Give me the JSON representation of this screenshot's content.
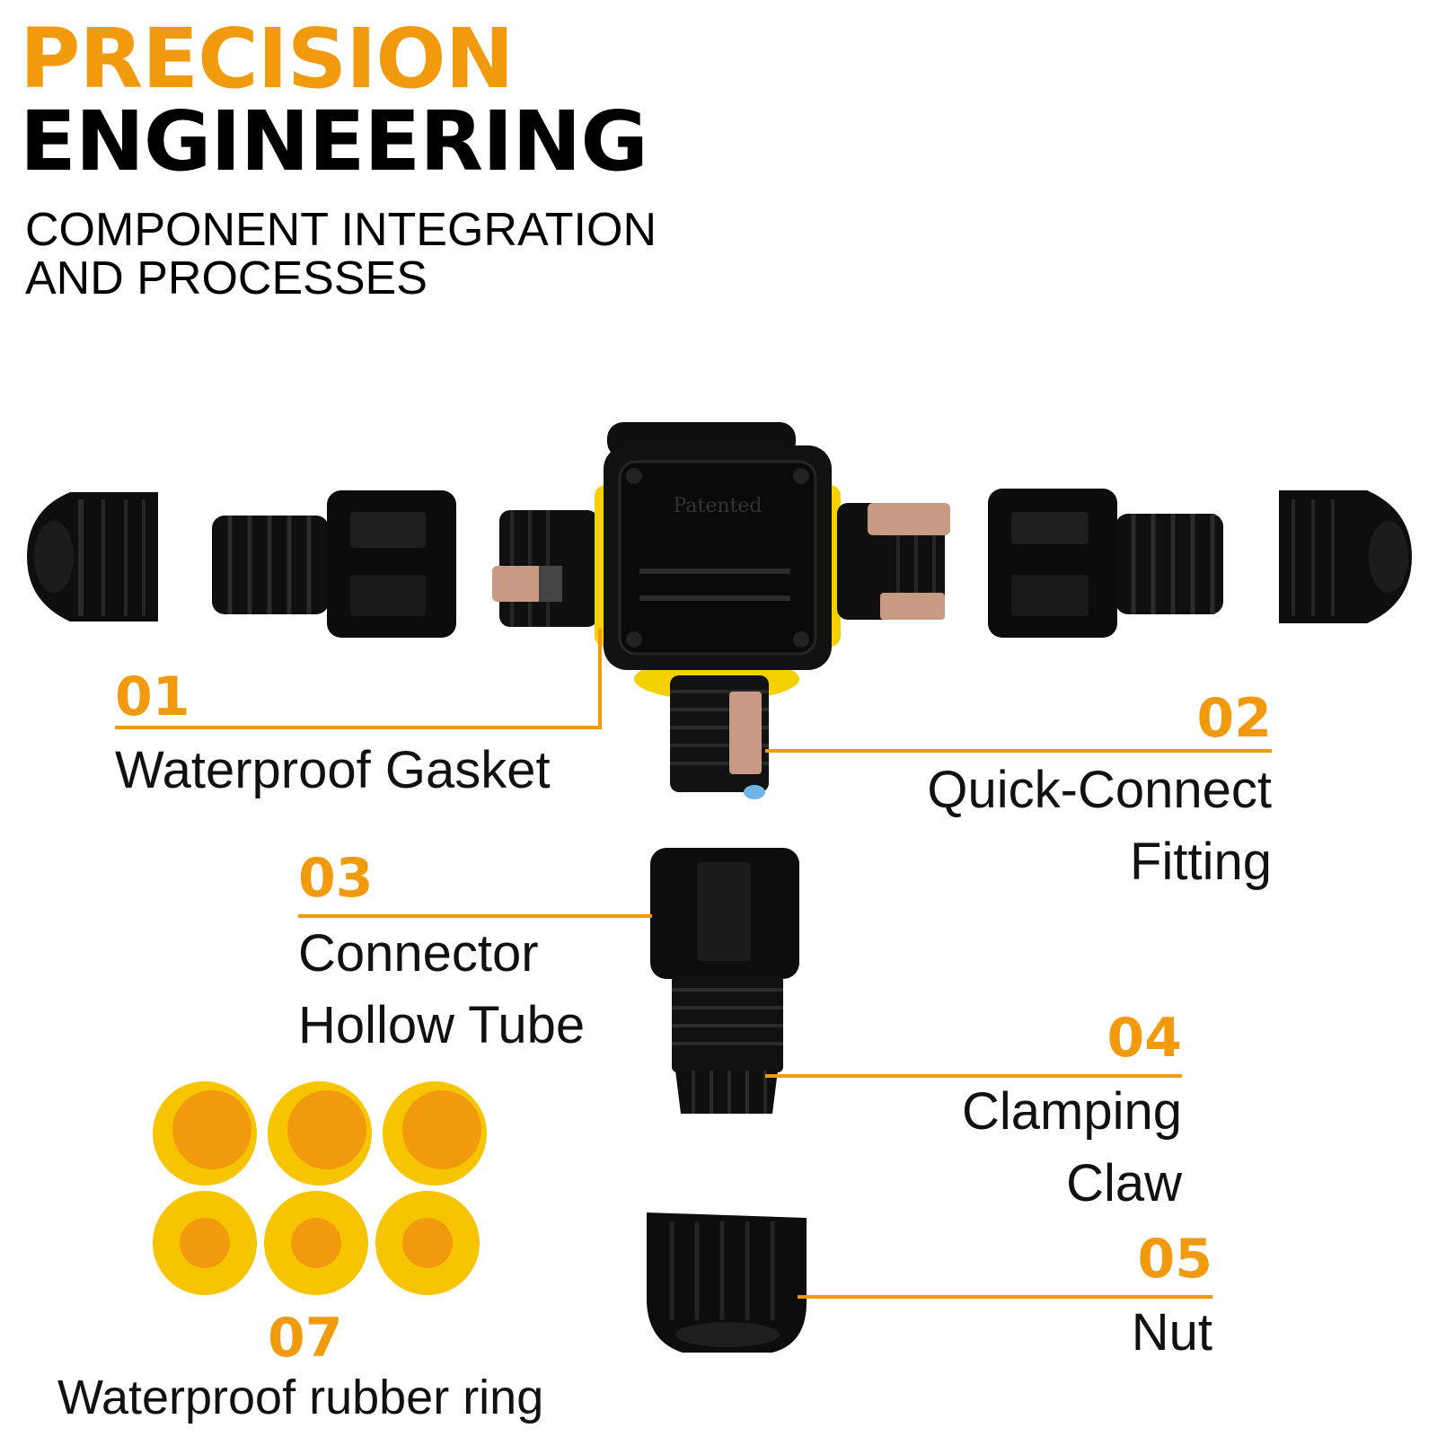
{
  "heading": {
    "line1": "PRECISION",
    "line2": "ENGINEERING",
    "sub1": "COMPONENT INTEGRATION",
    "sub2": "AND PROCESSES"
  },
  "colors": {
    "accent": "#F29A0E",
    "gasket": "#F5D000",
    "part": "#111111",
    "clip": "#C89A84"
  },
  "housing": {
    "embossed_text": "Patented"
  },
  "callouts": [
    {
      "num": "01",
      "label_lines": [
        "Waterproof Gasket"
      ]
    },
    {
      "num": "02",
      "label_lines": [
        "Quick-Connect",
        "Fitting"
      ]
    },
    {
      "num": "03",
      "label_lines": [
        "Connector",
        "Hollow Tube"
      ]
    },
    {
      "num": "04",
      "label_lines": [
        "Clamping",
        "Claw"
      ]
    },
    {
      "num": "05",
      "label_lines": [
        "Nut"
      ]
    },
    {
      "num": "07",
      "label_lines": [
        "Waterproof rubber ring"
      ]
    }
  ]
}
